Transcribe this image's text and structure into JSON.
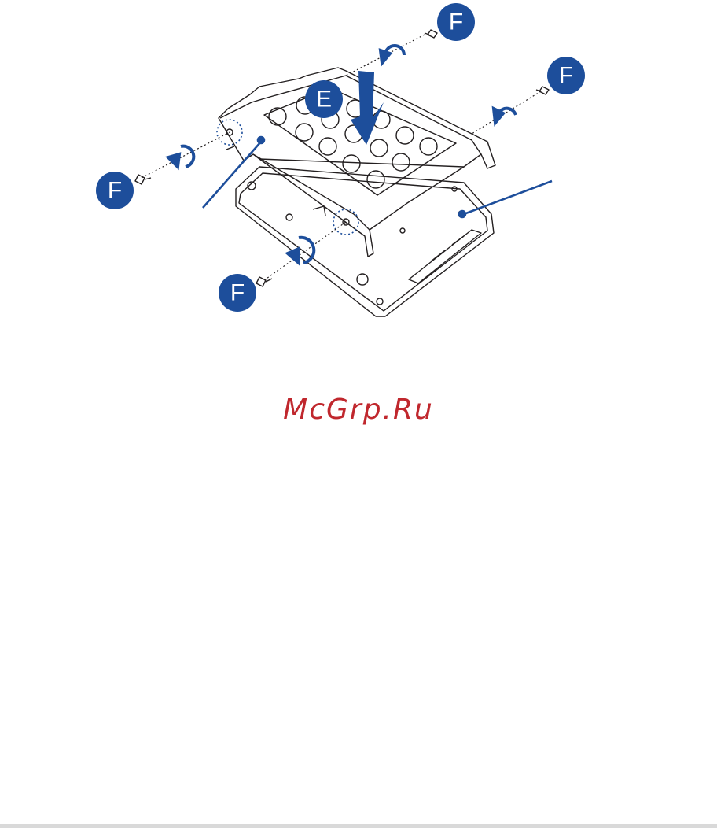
{
  "labels": {
    "e": "E",
    "f": "F"
  },
  "watermark": {
    "text": "McGrp.Ru"
  },
  "colors": {
    "accent": "#1d4e9b",
    "line": "#231f20",
    "watermark": "#c0272d",
    "rule": "#d9d9d9"
  },
  "icons": [
    "screw-icon",
    "rotate-arrow-icon",
    "down-arrow-icon",
    "callout-line"
  ]
}
